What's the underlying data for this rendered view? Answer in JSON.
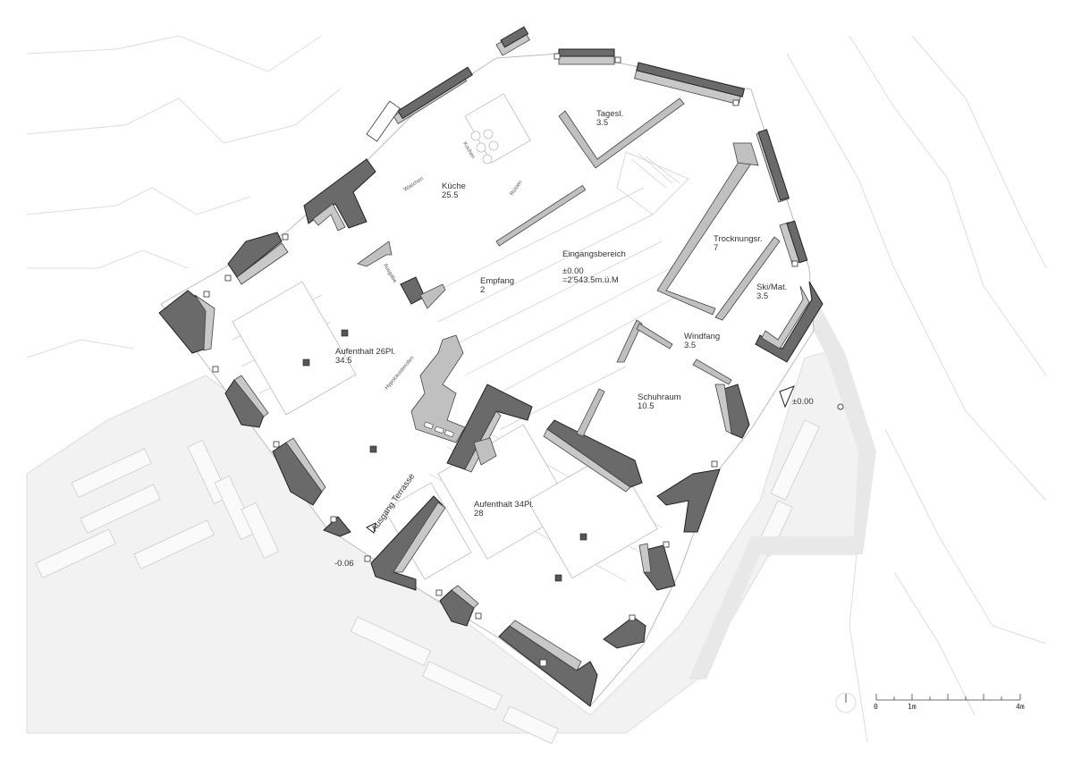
{
  "plan": {
    "rooms": [
      {
        "name": "Küche",
        "area": "25.5"
      },
      {
        "name": "Tagesl.",
        "area": "3.5"
      },
      {
        "name": "Empfang",
        "area": "2"
      },
      {
        "name": "Eingangsbereich",
        "level": "±0.00",
        "elevation": "=2'543.5m.ü.M"
      },
      {
        "name": "Trocknungsr.",
        "area": "7"
      },
      {
        "name": "Ski/Mat.",
        "area": "3.5"
      },
      {
        "name": "Windfang",
        "area": "3.5"
      },
      {
        "name": "Schuhraum",
        "area": "10.5"
      },
      {
        "name": "Aufenthalt 26Pl.",
        "area": "34.5"
      },
      {
        "name": "Aufenthalt 34Pl.",
        "area": "28"
      }
    ],
    "furniture_labels": {
      "kochen": "Kochen",
      "waschen": "Waschen",
      "ruesten": "Rüsten",
      "ausgabe": "Ausgabe",
      "ofen": "Hypokaustenofen"
    },
    "exit_label": "Ausgang Terrasse",
    "level_outside_left": "-0.06",
    "level_entrance": "±0.00",
    "scale_bar": {
      "labels": [
        "0",
        "1m",
        "4m"
      ]
    },
    "colors": {
      "wall": "#6a6a6a",
      "lining": "#c8c8c8",
      "paving": "#f2f2f2"
    }
  }
}
